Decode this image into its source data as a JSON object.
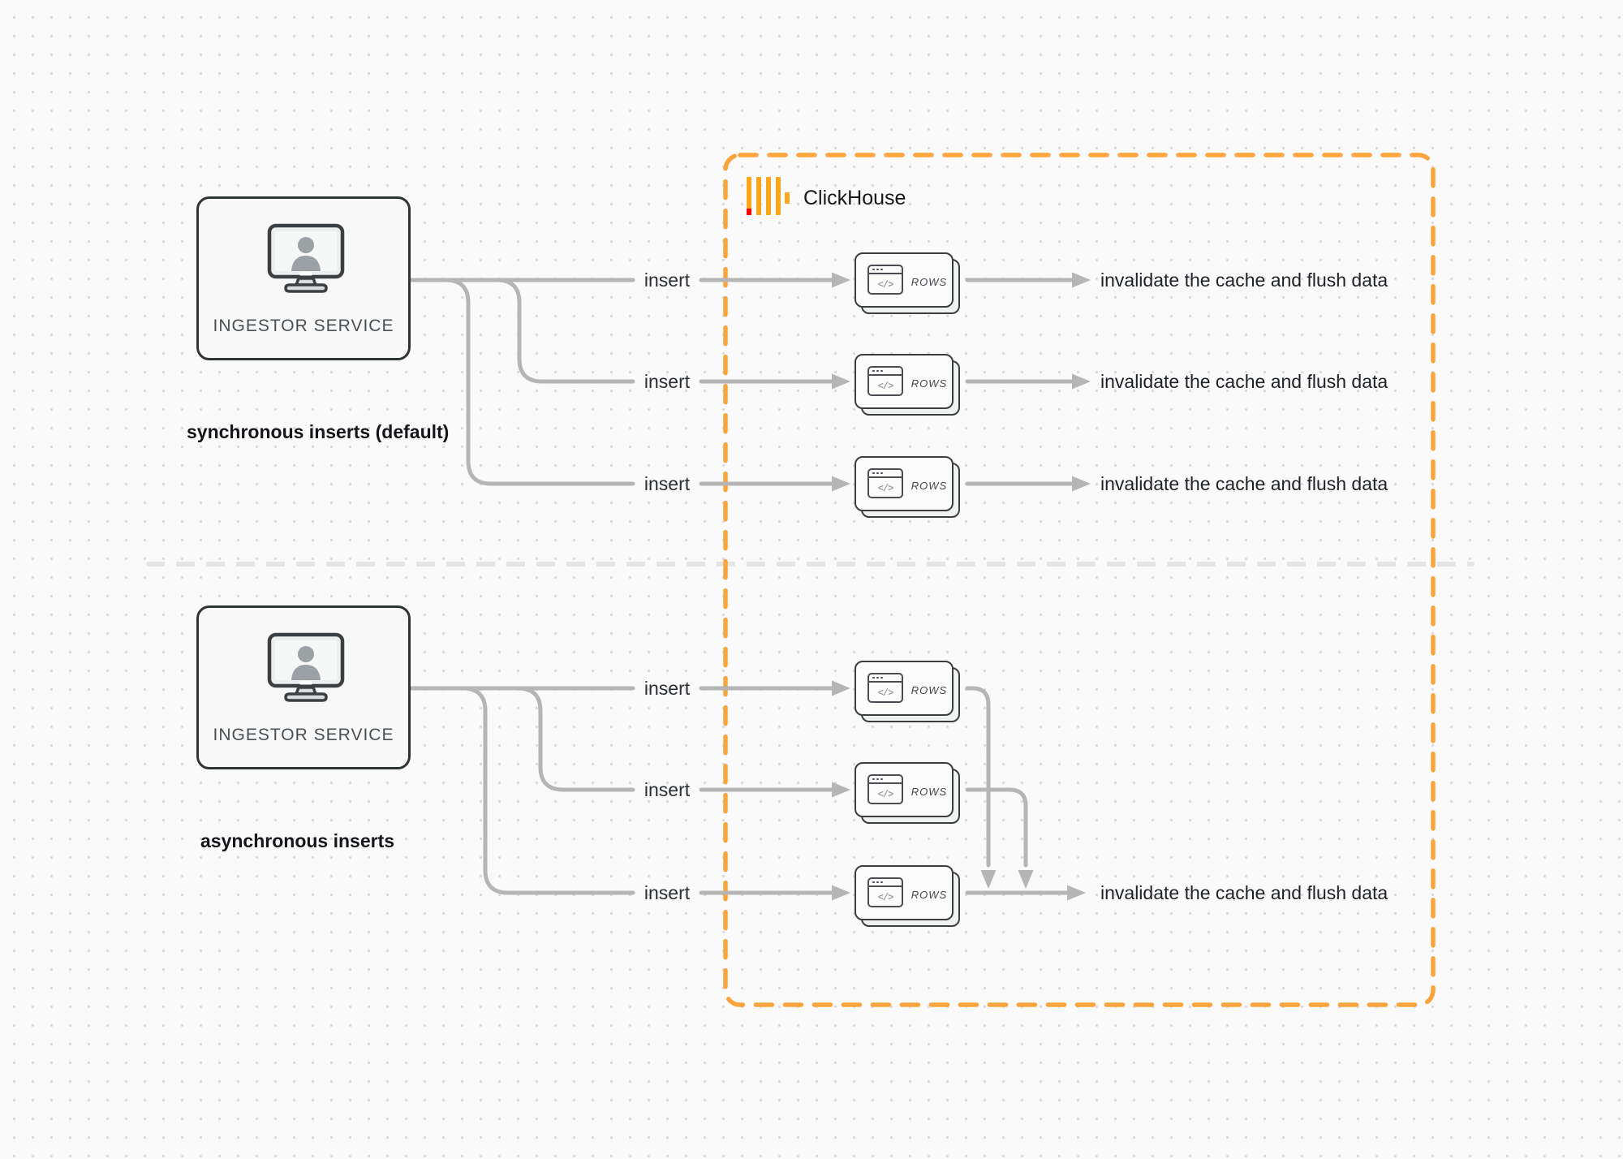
{
  "title": {
    "clickhouse": "ClickHouse"
  },
  "sync": {
    "caption": "synchronous inserts (default)",
    "service_label": "INGESTOR SERVICE",
    "rows": [
      {
        "insert": "insert",
        "node": "ROWS",
        "result": "invalidate the cache and flush data"
      },
      {
        "insert": "insert",
        "node": "ROWS",
        "result": "invalidate the cache and flush data"
      },
      {
        "insert": "insert",
        "node": "ROWS",
        "result": "invalidate the cache and flush data"
      }
    ]
  },
  "asynchronous": {
    "caption": "asynchronous inserts",
    "service_label": "INGESTOR SERVICE",
    "rows": [
      {
        "insert": "insert",
        "node": "ROWS"
      },
      {
        "insert": "insert",
        "node": "ROWS"
      },
      {
        "insert": "insert",
        "node": "ROWS",
        "result": "invalidate the cache and flush data"
      }
    ]
  },
  "icons": {
    "code_glyph": "</>"
  },
  "colors": {
    "accent_orange": "#F9A43C",
    "logo_yellow": "#FAA61A",
    "logo_red": "#F80000",
    "connector_gray": "#B5B5B5"
  }
}
